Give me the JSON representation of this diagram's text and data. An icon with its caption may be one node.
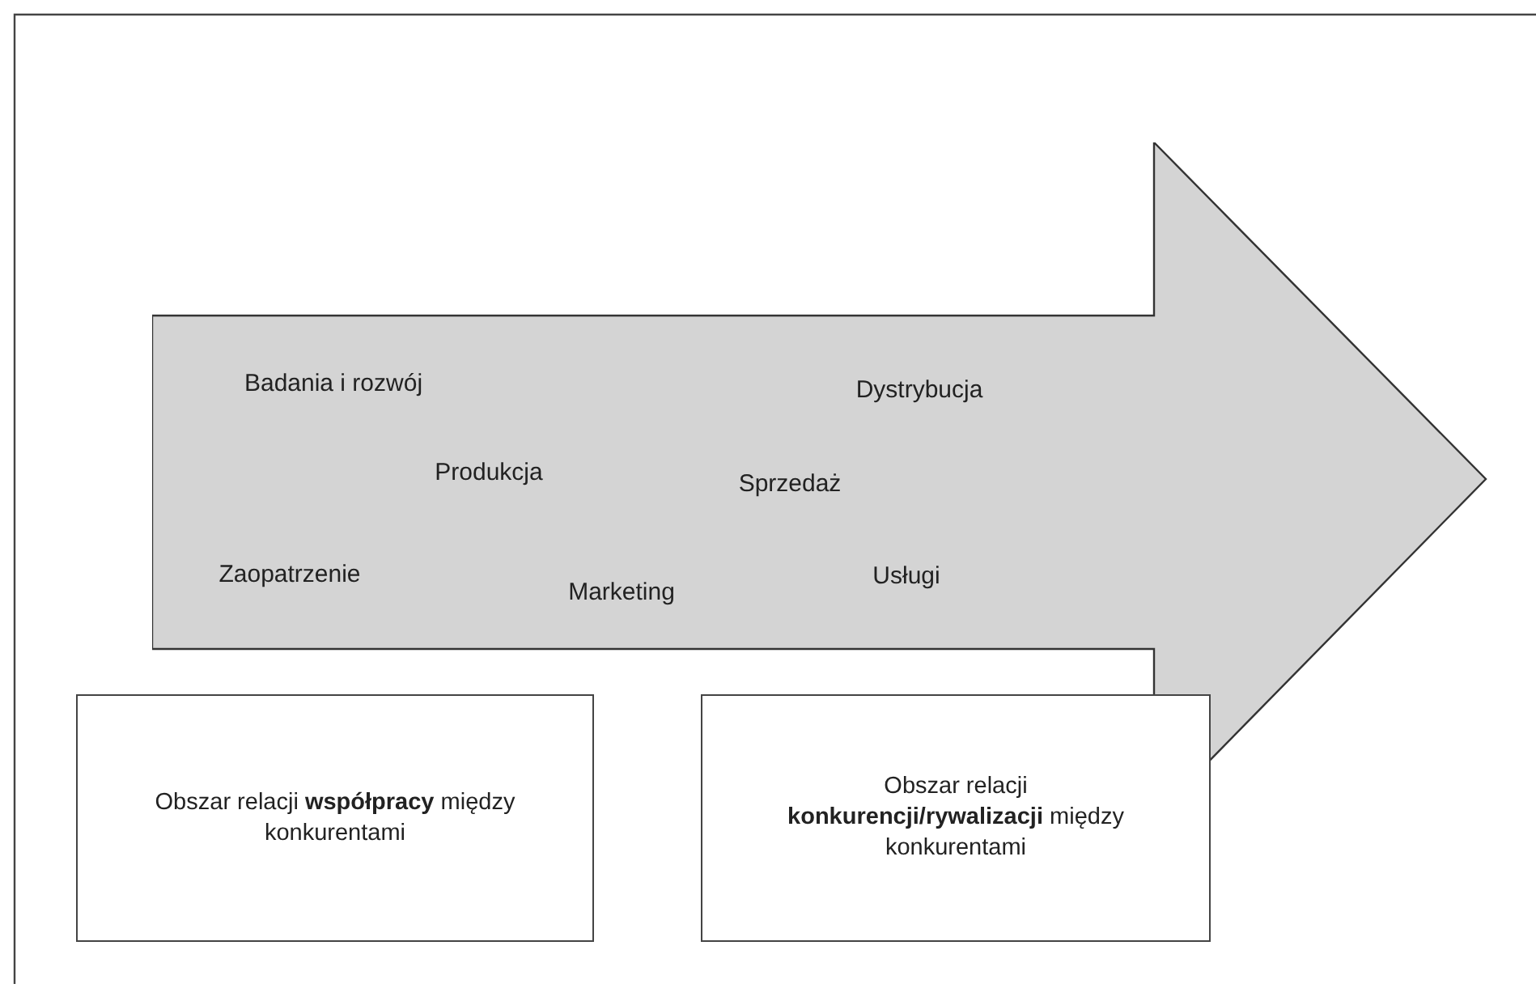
{
  "diagram": {
    "nodes": [
      {
        "text": [
          "Badania i rozwój",
          "Produkcja",
          "Zaopatrzenie",
          "Marketing",
          "Dystrybucja",
          "Sprzedaż",
          "Usługi"
        ]
      },
      {
        "text": [
          "Obszar relacji **współpracy** między konkurentami"
        ]
      },
      {
        "text": [
          "Obszar relacji **konkurencji/rywalizacji** między konkurentami"
        ]
      }
    ],
    "edges": []
  }
}
